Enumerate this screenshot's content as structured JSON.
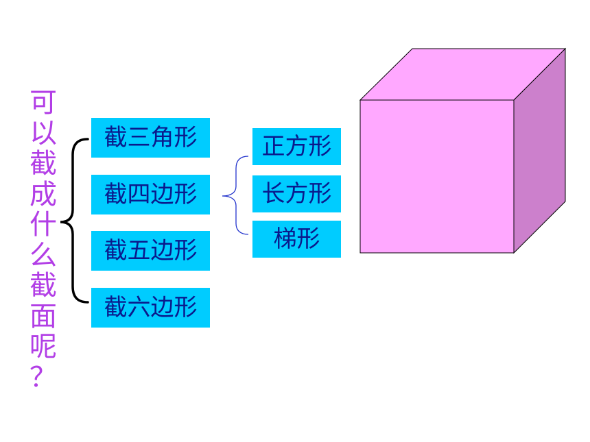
{
  "question": {
    "chars": [
      "可",
      "以",
      "截",
      "成",
      "什",
      "么",
      "截",
      "面",
      "呢",
      "？"
    ]
  },
  "sections": [
    {
      "label": "截三角形"
    },
    {
      "label": "截四边形"
    },
    {
      "label": "截五边形"
    },
    {
      "label": "截六边形"
    }
  ],
  "quadrilaterals": [
    {
      "label": "正方形"
    },
    {
      "label": "长方形"
    },
    {
      "label": "梯形"
    }
  ],
  "colors": {
    "question_text": "#b23ee6",
    "box_fill": "#00ccff",
    "box_text": "#0a1a8c",
    "cube_front": "#ffa8ff",
    "cube_top": "#ffa8ff",
    "cube_side": "#cc80cc",
    "brace_main": "#000000",
    "brace_sub": "#2233cc"
  }
}
